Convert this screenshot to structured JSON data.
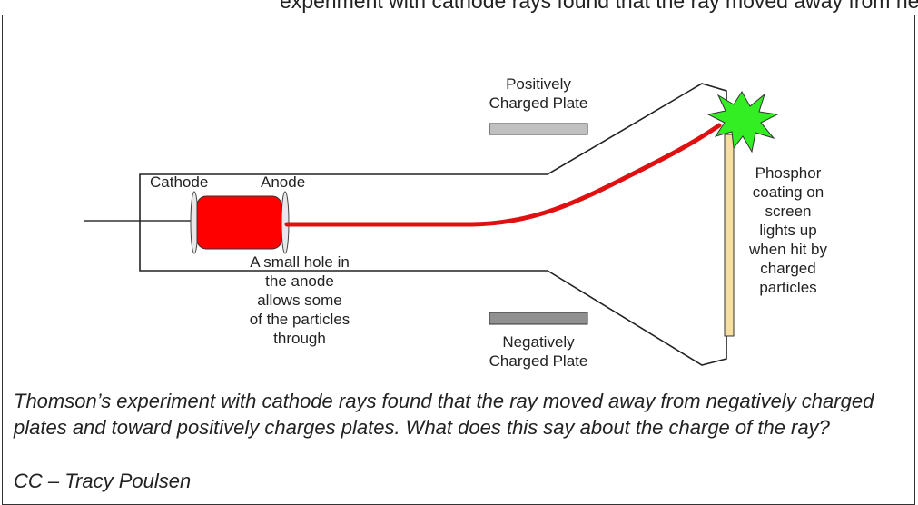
{
  "top_cut_text": "experiment with cathode rays found that the ray moved away from negative plates and toward positive plates",
  "labels": {
    "cathode": "Cathode",
    "anode": "Anode",
    "positive_plate": "Positively\nCharged Plate",
    "negative_plate": "Negatively\nCharged Plate",
    "anode_hole": "A small hole in\nthe anode\nallows some\nof the particles\nthrough",
    "phosphor": "Phosphor\ncoating on\nscreen\nlights up\nwhen hit by\ncharged\nparticles"
  },
  "caption": "Thomson’s experiment with cathode rays found that the ray moved away from negatively charged plates and toward positively charges plates.  What does this say about the charge of the ray?",
  "credit": "CC – Tracy Poulsen",
  "colors": {
    "ray": "#e01010",
    "cathode_block": "#ff0000",
    "plate_fill": "#c0c0c0",
    "screen_fill": "#f7dfa0",
    "burst": "#33ee22"
  }
}
